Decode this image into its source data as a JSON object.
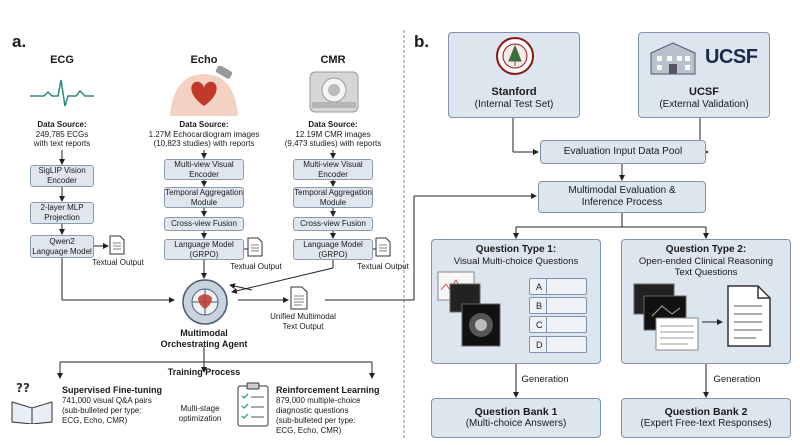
{
  "panel_a": {
    "label": "a.",
    "modalities": {
      "ecg": {
        "title": "ECG",
        "source_title": "Data Source:",
        "source_line1": "249,785 ECGs",
        "source_line2": "with text reports",
        "step1": "SigLIP Vision Encoder",
        "step2": "2-layer MLP Projection",
        "step3": "Qwen2 Language Model"
      },
      "echo": {
        "title": "Echo",
        "source_title": "Data Source:",
        "source_line1": "1.27M Echocardiogram images",
        "source_line2": "(10,823 studies) with reports",
        "step1": "Multi-view Visual Encoder",
        "step2": "Temporal Aggregation Module",
        "step3": "Cross-view Fusion",
        "step4": "Language Model (GRPO)"
      },
      "cmr": {
        "title": "CMR",
        "source_title": "Data Source:",
        "source_line1": "12.19M CMR images",
        "source_line2": "(9,473 studies) with reports",
        "step1": "Multi-view Visual Encoder",
        "step2": "Temporal Aggregation Module",
        "step3": "Cross-view Fusion",
        "step4": "Language Model (GRPO)"
      }
    },
    "textual_output": "Textual Output",
    "agent_line1": "Multimodal",
    "agent_line2": "Orchestrating Agent",
    "unified_output_line1": "Unified Multimodal",
    "unified_output_line2": "Text Output",
    "training_title": "Training Process",
    "sft": {
      "title": "Supervised Fine-tuning",
      "line1": "741,000 visual Q&A pairs",
      "line2": "(sub-bulleted per type:",
      "line3": "ECG, Echo, CMR)"
    },
    "multistage_line1": "Multi-stage",
    "multistage_line2": "optimization",
    "rl": {
      "title": "Reinforcement Learning",
      "line1": "879,000 multiple-choice",
      "line2": "diagnostic questions",
      "line3": "(sub-bulleted per type:",
      "line4": "ECG, Echo, CMR)"
    }
  },
  "panel_b": {
    "label": "b.",
    "stanford": {
      "name": "Stanford",
      "sub": "(Internal Test Set)"
    },
    "ucsf": {
      "name": "UCSF",
      "sub": "(External Validation)",
      "logo_text": "UCSF"
    },
    "pool": "Evaluation Input Data Pool",
    "inference_line1": "Multimodal Evaluation &",
    "inference_line2": "Inference Process",
    "qt1": {
      "title": "Question Type 1:",
      "sub": "Visual Multi-choice Questions",
      "options": [
        "A",
        "B",
        "C",
        "D"
      ]
    },
    "qt2": {
      "title": "Question Type 2:",
      "sub_line1": "Open-ended Clinical Reasoning",
      "sub_line2": "Text Questions"
    },
    "generation": "Generation",
    "bank1": {
      "title": "Question Bank 1",
      "sub": "(Multi-choice Answers)"
    },
    "bank2": {
      "title": "Question Bank 2",
      "sub": "(Expert Free-text Responses)"
    }
  }
}
